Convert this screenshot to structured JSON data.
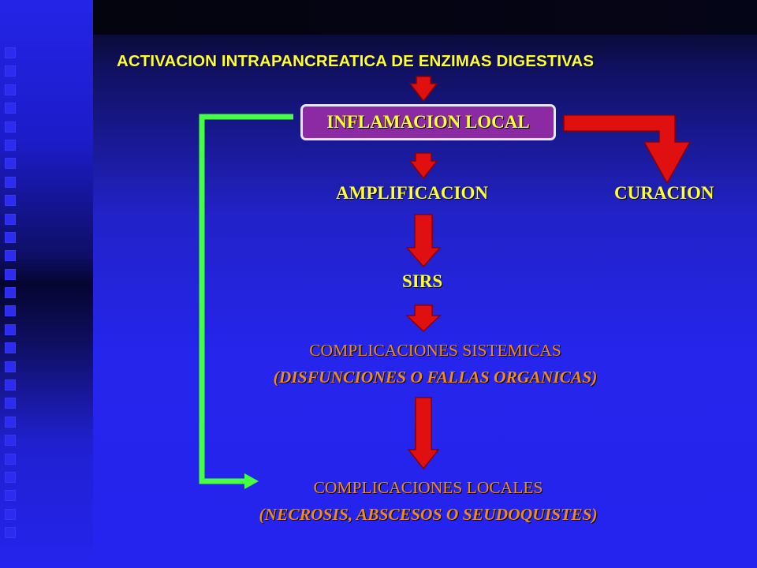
{
  "title": "ACTIVACION INTRAPANCREATICA DE ENZIMAS DIGESTIVAS",
  "box_label": "INFLAMACION LOCAL",
  "amplificacion": "AMPLIFICACION",
  "curacion": "CURACION",
  "sirs": "SIRS",
  "complicaciones_sistemicas": {
    "line1": "COMPLICACIONES SISTEMICAS",
    "line2": "(DISFUNCIONES O FALLAS ORGANICAS)"
  },
  "complicaciones_locales": {
    "line1": "COMPLICACIONES LOCALES",
    "line2": "(NECROSIS, ABSCESOS O SEUDOQUISTES)"
  },
  "colors": {
    "background": "#2424ee",
    "title": "#ffff33",
    "box_fill": "#8b2aa3",
    "box_border": "#e6e6f6",
    "arrow_red": "#e01010",
    "connector_green": "#44ff44",
    "complication_text": "#f08a1c"
  }
}
